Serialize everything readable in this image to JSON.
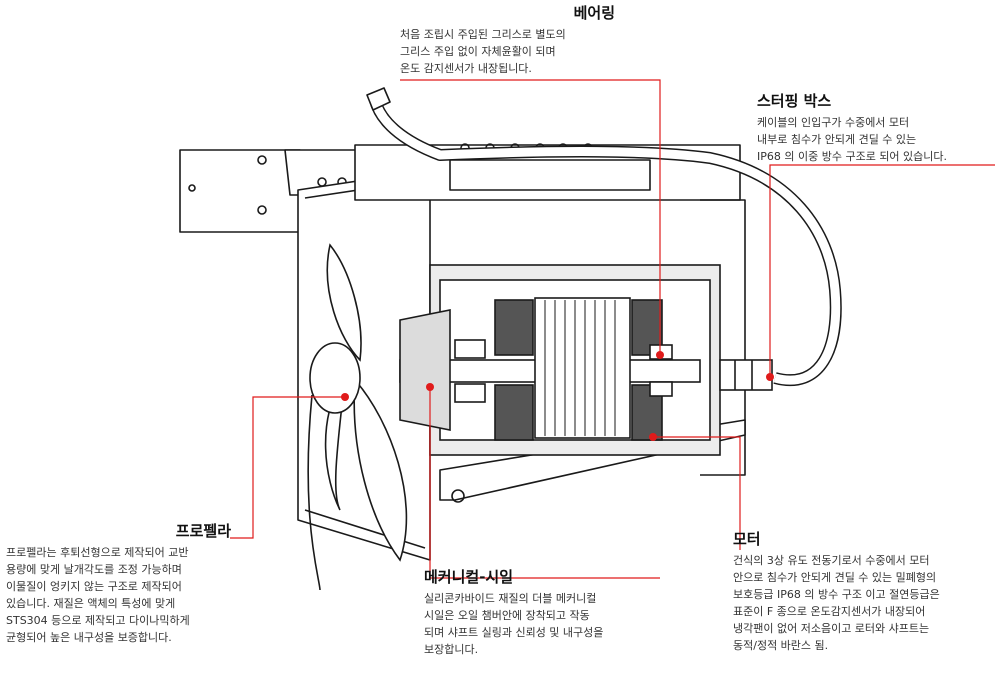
{
  "callouts": {
    "bearing": {
      "title": "베어링",
      "lines": [
        "처음 조립시 주입된 그리스로 별도의",
        "그리스 주입 없이 자체윤활이 되며",
        "온도 감지센서가 내장됩니다."
      ]
    },
    "stuffing_box": {
      "title": "스터핑 박스",
      "lines": [
        "케이블의 인입구가 수중에서 모터",
        "내부로 침수가 안되게 견딜 수 있는",
        "IP68 의 이중 방수 구조로 되어 있습니다."
      ]
    },
    "propeller": {
      "title": "프로펠라",
      "lines": [
        "프로펠라는 후퇴선형으로 제작되어 교반",
        "용량에 맞게 날개각도를 조정 가능하며",
        "이물질이 엉키지 않는 구조로 제작되어",
        "있습니다. 재질은 액체의 특성에 맞게",
        "STS304 등으로 제작되고 다이나믹하게",
        "균형되어 높은 내구성을 보증합니다."
      ]
    },
    "motor": {
      "title": "모터",
      "lines": [
        "건식의 3상 유도 전동기로서 수중에서 모터",
        "안으로 침수가 안되게 견딜 수 있는 밀폐형의",
        "보호등급 IP68 의 방수 구조 이고 절연등급은",
        "표준이 F 종으로 온도감지센서가 내장되어",
        "냉각팬이 없어 저소음이고 로터와 샤프트는",
        "동적/정적 바란스 됨."
      ]
    },
    "mechanical_seal": {
      "title": "메커니컬-시일",
      "lines": [
        "실리콘카바이드 재질의 더블 메커니컬",
        "시일은 오일 챔버안에 장착되고 작동",
        "되며 샤프트 실링과 신뢰성 및 내구성을",
        "보장합니다."
      ]
    }
  },
  "colors": {
    "leader": "#e01b1b",
    "ink": "#1a1a1a",
    "shade": "#d9d9d9"
  }
}
